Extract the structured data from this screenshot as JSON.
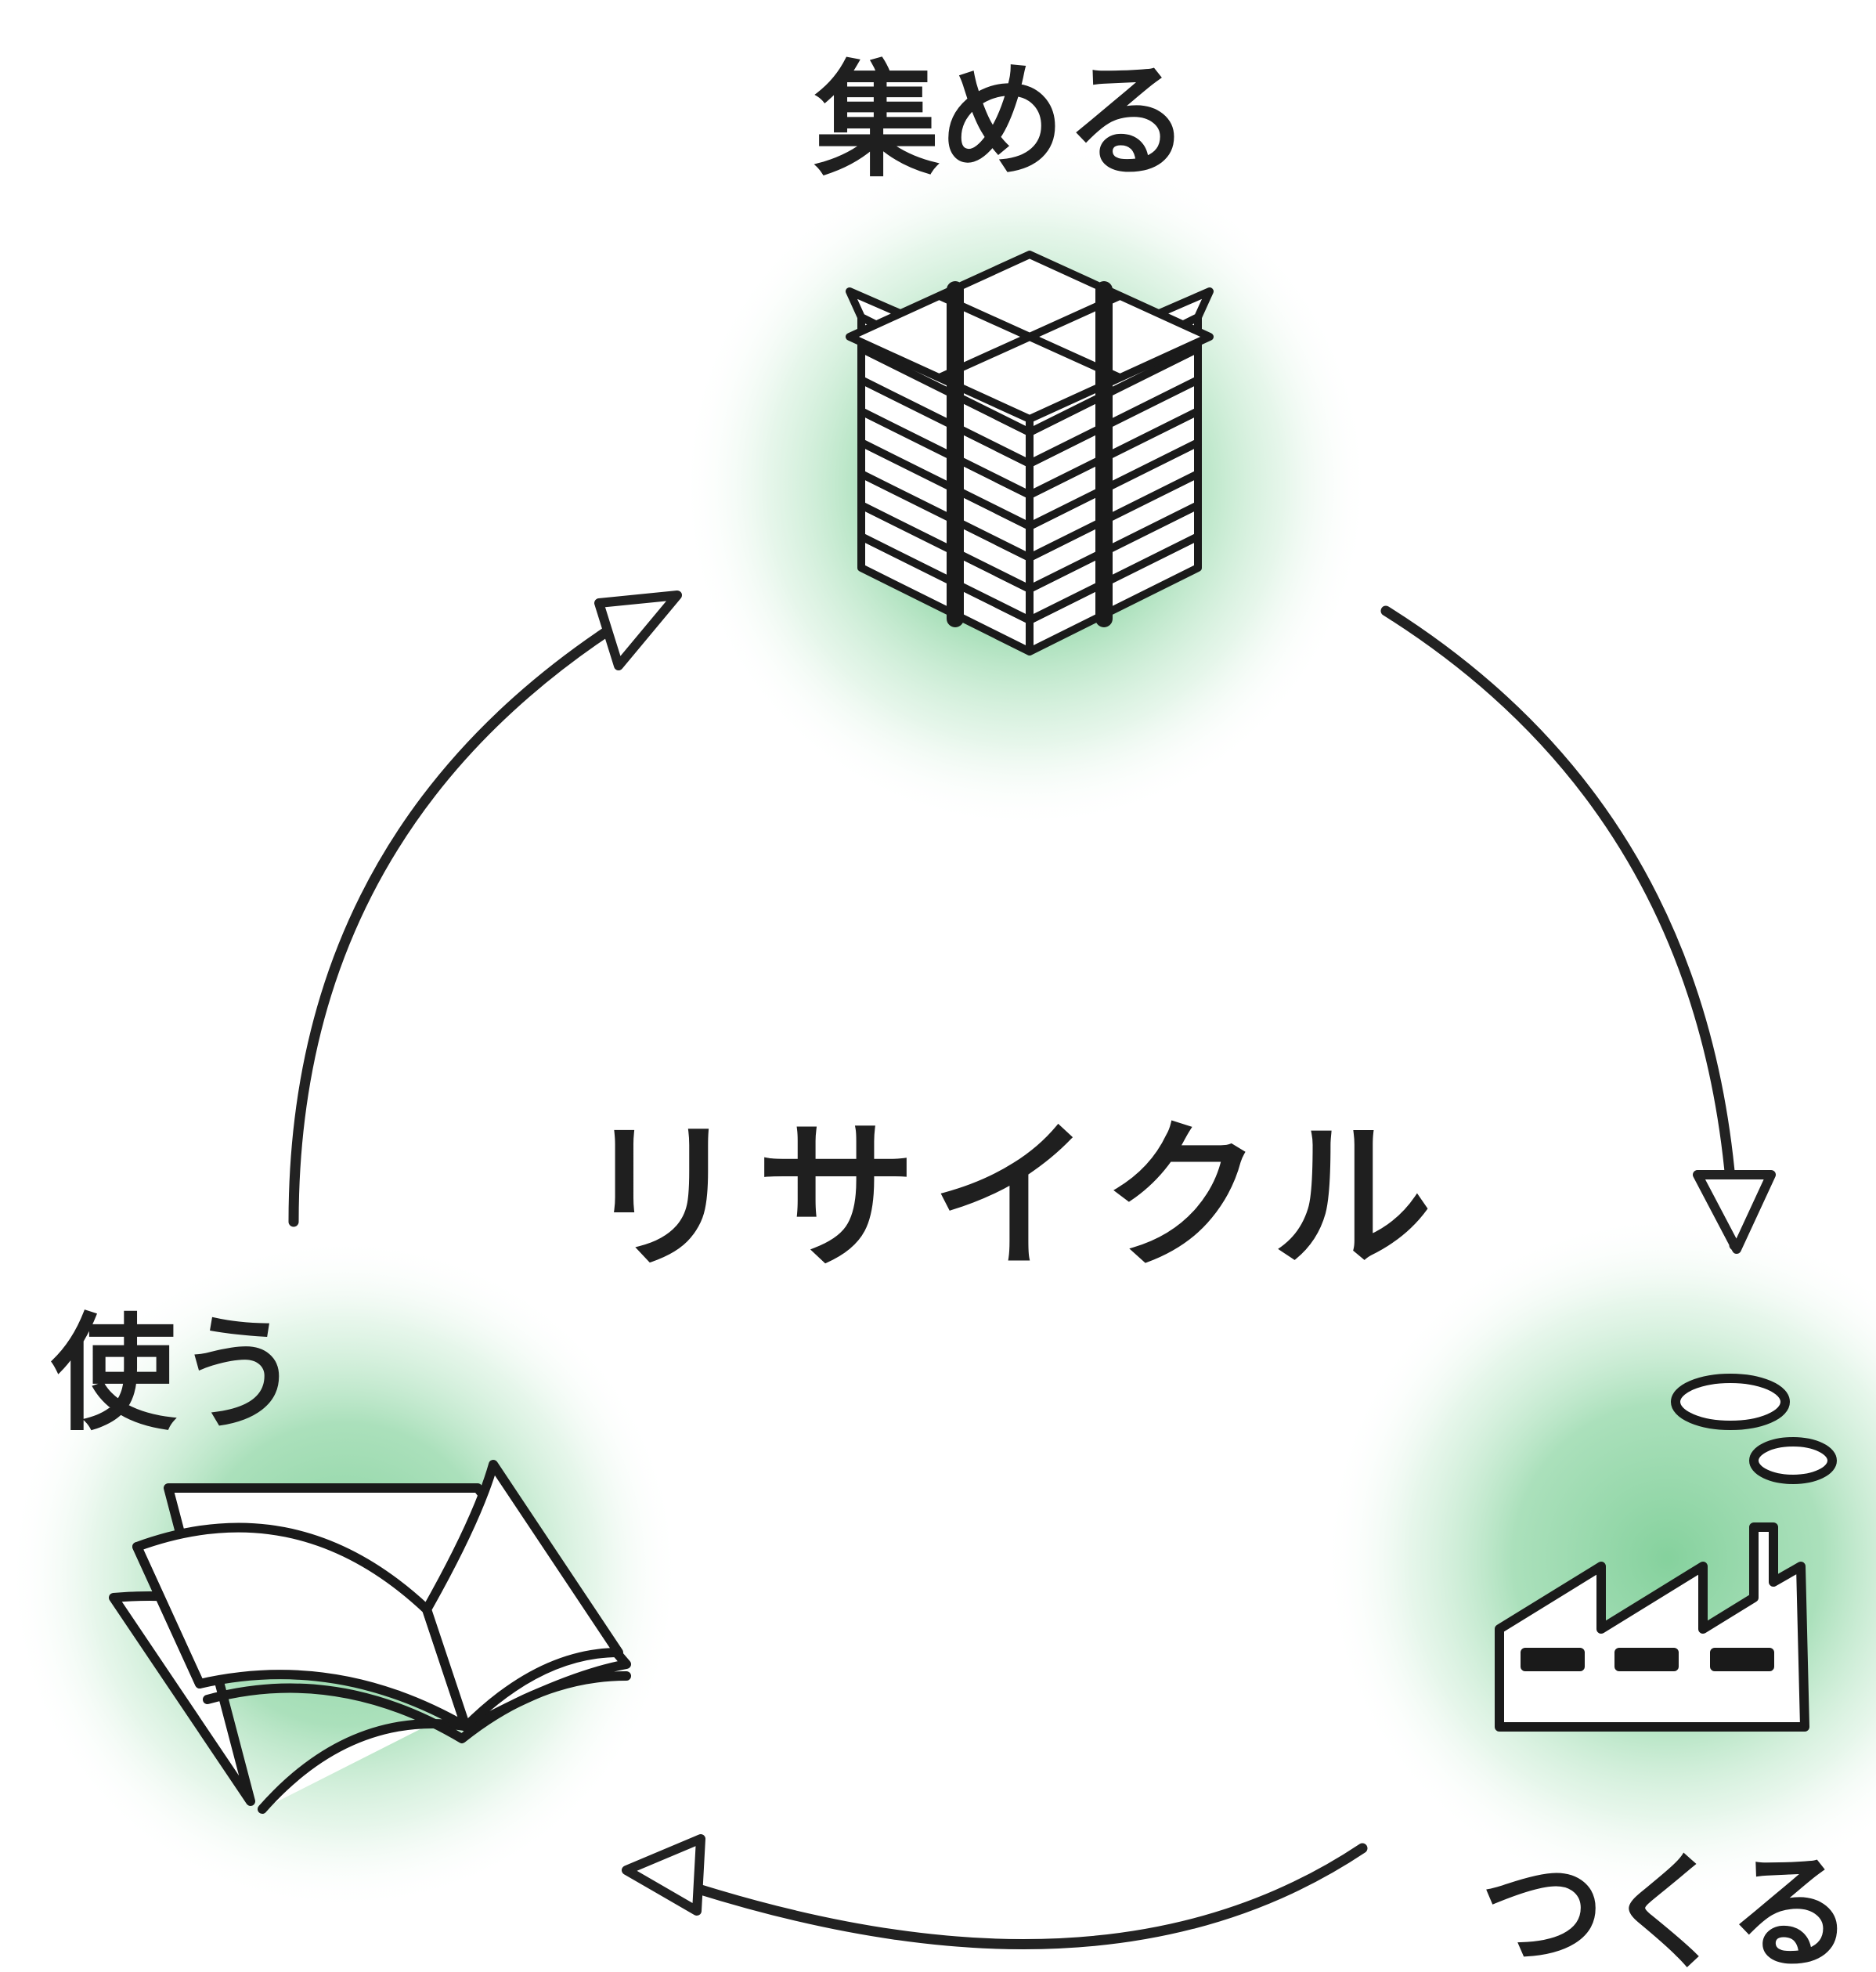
{
  "title": "リサイクル",
  "stages": {
    "collect": {
      "label": "集める",
      "icon": "paper-stack-icon"
    },
    "make": {
      "label": "つくる",
      "icon": "factory-icon"
    },
    "use": {
      "label": "使う",
      "icon": "open-book-icon"
    }
  },
  "colors": {
    "glow": "#7fcf98",
    "ink": "#1f1f1f",
    "background": "#ffffff"
  }
}
